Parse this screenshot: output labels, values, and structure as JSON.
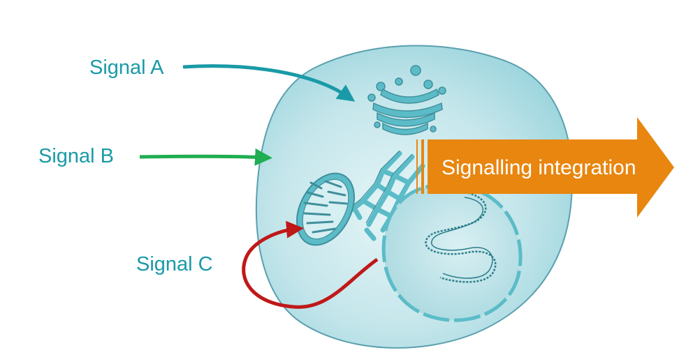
{
  "labels": {
    "signal_a": "Signal A",
    "signal_b": "Signal B",
    "signal_c": "Signal C",
    "integration": "Signalling integration"
  },
  "colors": {
    "signal_a": "#1a9aa7",
    "signal_b": "#1fae52",
    "signal_c": "#c01818",
    "label_text": "#1a9aa7",
    "integration_arrow": "#e8860f",
    "cell_fill": "#c2e5ea",
    "cell_outline": "#5aa0ae",
    "organelle": "#5bbcc8"
  }
}
